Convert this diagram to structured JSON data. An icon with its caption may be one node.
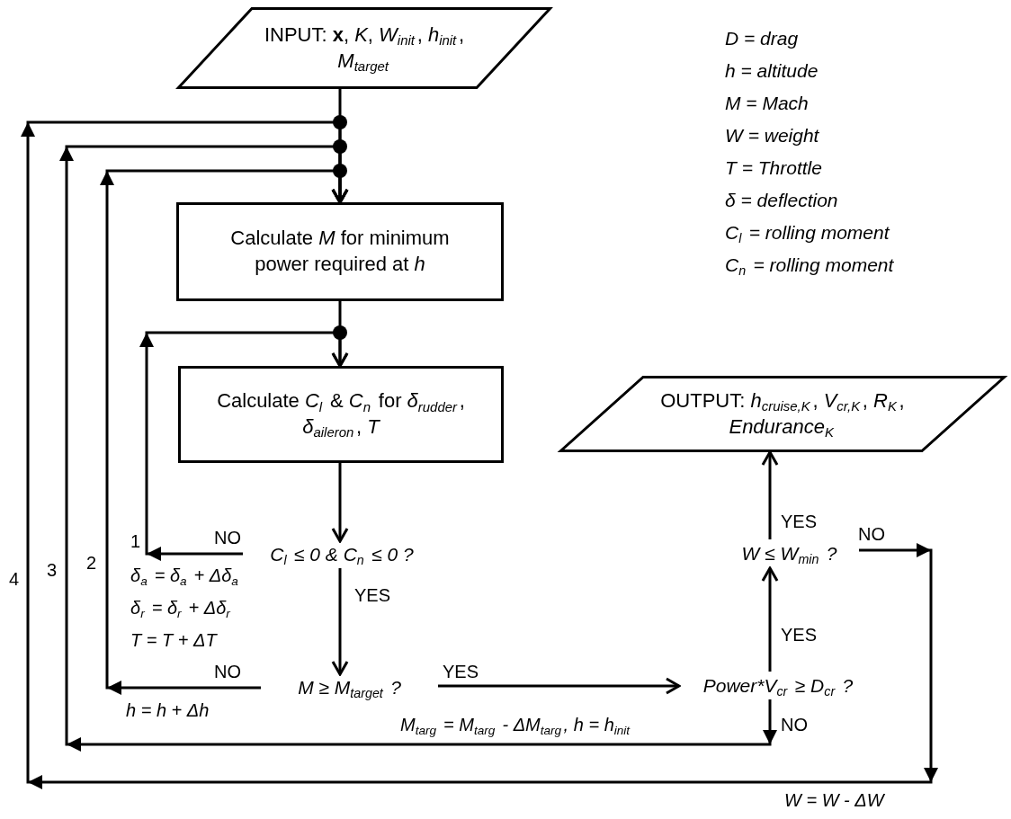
{
  "diagram": {
    "nodes": [
      {
        "text": [
          "INPUT: **x**, *K*, *W*$_{init}$, *h*$_{init}$, *M*$_{target}$"
        ]
      },
      {
        "text": [
          "Calculate *M* for minimum power required at *h*"
        ]
      },
      {
        "text": [
          "Calculate *C*$_{l}$ & *C*$_{n}$ for *δ*$_{rudder}$, *δ*$_{aileron}$, *T*"
        ]
      },
      {
        "text": [
          "C$_{l}$ ≤ 0 & C$_{n}$ ≤ 0 ?"
        ]
      },
      {
        "text": [
          "M ≥ M$_{target}$ ?"
        ]
      },
      {
        "text": [
          "Power*V$_{cr}$ ≥ D$_{cr}$ ?"
        ]
      },
      {
        "text": [
          "W ≤ W$_{min}$ ?"
        ]
      },
      {
        "text": [
          "OUTPUT: *h*$_{cruise,K}$, *V*$_{cr,K}$, *R*$_{K}$, *Endurance*$_{K}$"
        ]
      }
    ],
    "edges": [
      {
        "from": 0,
        "to": 1,
        "arrow": "to"
      },
      {
        "from": 1,
        "to": 2,
        "arrow": "to"
      },
      {
        "from": 2,
        "to": 3,
        "arrow": "to"
      },
      {
        "from": 3,
        "to": 2,
        "arrow": "to",
        "label": "NO"
      },
      {
        "from": 3,
        "to": 4,
        "arrow": "to",
        "label": "YES"
      },
      {
        "from": 4,
        "to": 1,
        "arrow": "to",
        "label": "NO"
      },
      {
        "from": 4,
        "to": 5,
        "arrow": "to",
        "label": "YES"
      },
      {
        "from": 5,
        "to": 6,
        "arrow": "to",
        "label": "YES"
      },
      {
        "from": 5,
        "to": 1,
        "arrow": "to",
        "label": "NO"
      },
      {
        "from": 6,
        "to": 7,
        "arrow": "to",
        "label": "YES"
      },
      {
        "from": 6,
        "to": 1,
        "arrow": "to",
        "label": "NO"
      }
    ],
    "labels": [
      "D = drag",
      "h = altitude",
      "M = Mach",
      "W = weight",
      "T = Throttle",
      "δ = deflection",
      "C$_{l}$ = rolling moment",
      "C$_{n}$ = rolling moment",
      "4",
      "3",
      "2",
      "1",
      "δ$_{a}$ = δ$_{a}$ + Δδ$_{a}$",
      "δ$_{r}$ = δ$_{r}$ + Δδ$_{r}$",
      "T = T + ΔT",
      "h = h + Δh",
      "M$_{targ}$ = M$_{targ}$ - ΔM$_{targ}$,   h = h$_{init}$",
      "W = W - ΔW"
    ]
  }
}
